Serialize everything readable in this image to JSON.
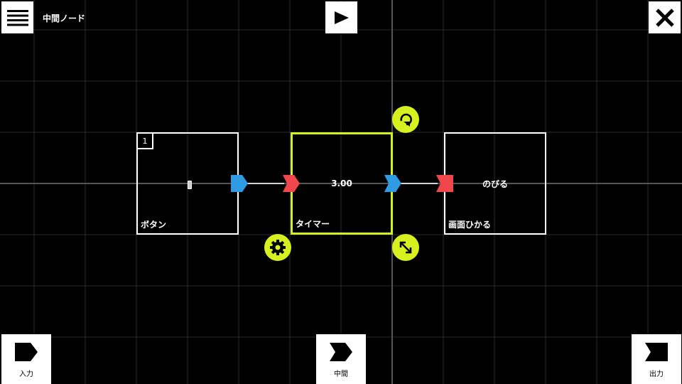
{
  "header": {
    "title": "中間ノード",
    "menu_icon": "hamburger-menu-icon",
    "play_icon": "play-icon",
    "close_icon": "close-icon"
  },
  "nodes": [
    {
      "badge": "1",
      "value": "",
      "name": "ボタン"
    },
    {
      "value": "3.00",
      "name": "タイマー"
    },
    {
      "value": "のびる",
      "name": "画面ひかる"
    }
  ],
  "node_controls": {
    "settings_icon": "gear-icon",
    "rotate_icon": "rotate-icon",
    "resize_icon": "resize-diagonal-icon"
  },
  "bottom": {
    "input_label": "入力",
    "middle_label": "中間",
    "output_label": "出力"
  },
  "colors": {
    "accent": "#d7f01f",
    "output_port": "#2f9be4",
    "input_port": "#f0474d",
    "background": "#000000"
  }
}
